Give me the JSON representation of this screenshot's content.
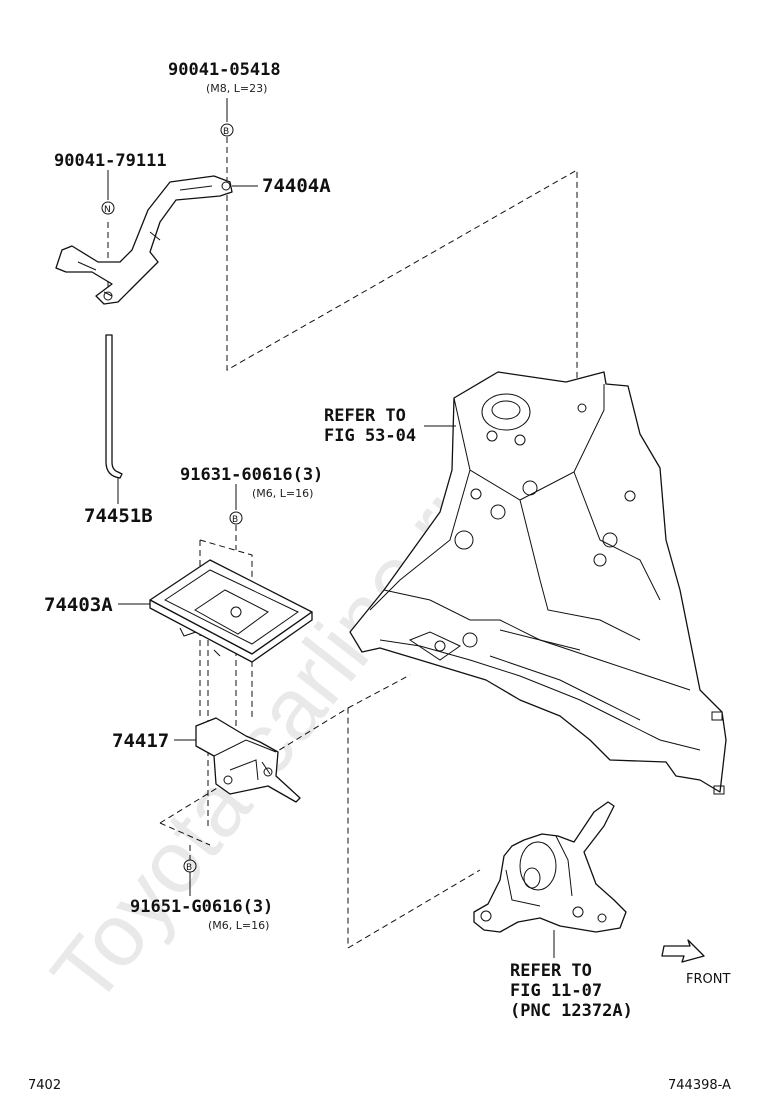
{
  "watermark": "Toyota-carline.ru",
  "callouts": {
    "bolt_top": {
      "part_no": "90041-05418",
      "spec": "(M8, L=23)",
      "marker": "B"
    },
    "bolt_left": {
      "part_no": "90041-79111",
      "marker": "N"
    },
    "clamp": {
      "part_no": "74404A"
    },
    "rod": {
      "part_no": "74451B"
    },
    "bolt_tray": {
      "part_no": "91631-60616(3)",
      "spec": "(M6, L=16)",
      "marker": "B"
    },
    "tray": {
      "part_no": "74403A"
    },
    "bracket": {
      "part_no": "74417"
    },
    "bolt_bottom": {
      "part_no": "91651-G0616(3)",
      "spec": "(M6, L=16)",
      "marker": "B"
    }
  },
  "references": {
    "body": {
      "line1": "REFER TO",
      "line2": "FIG 53-04"
    },
    "mount": {
      "line1": "REFER TO",
      "line2": "FIG 11-07",
      "line3": "(PNC 12372A)"
    }
  },
  "front_label": "FRONT",
  "footer": {
    "left": "7402",
    "right": "744398-A"
  }
}
